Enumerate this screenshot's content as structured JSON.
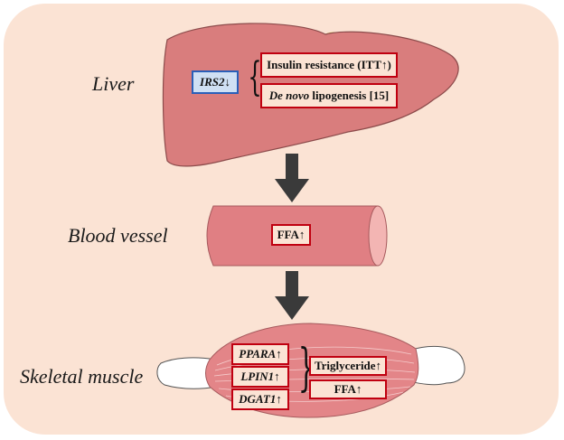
{
  "organs": {
    "liver": "Liver",
    "blood_vessel": "Blood vessel",
    "skeletal_muscle": "Skeletal muscle"
  },
  "liver": {
    "irs2": {
      "gene": "IRS2",
      "arrow": "↓"
    },
    "insulin_resistance": "Insulin resistance (ITT↑)",
    "lipogenesis": {
      "italic": "De novo",
      "rest": " lipogenesis [15]"
    }
  },
  "blood": {
    "ffa": "FFA↑"
  },
  "muscle": {
    "genes": [
      {
        "name": "PPARA",
        "arrow": "↑"
      },
      {
        "name": "LPIN1",
        "arrow": "↑"
      },
      {
        "name": "DGAT1",
        "arrow": "↑"
      }
    ],
    "triglyceride": "Triglyceride↑",
    "ffa": "FFA↑"
  },
  "colors": {
    "background": "#fbe3d4",
    "organ": "#d97d7d",
    "box_border": "#c00010",
    "irs2_border": "#2a5fb8",
    "arrow": "#3a3a3a",
    "gallbladder": "#f2e23a"
  }
}
